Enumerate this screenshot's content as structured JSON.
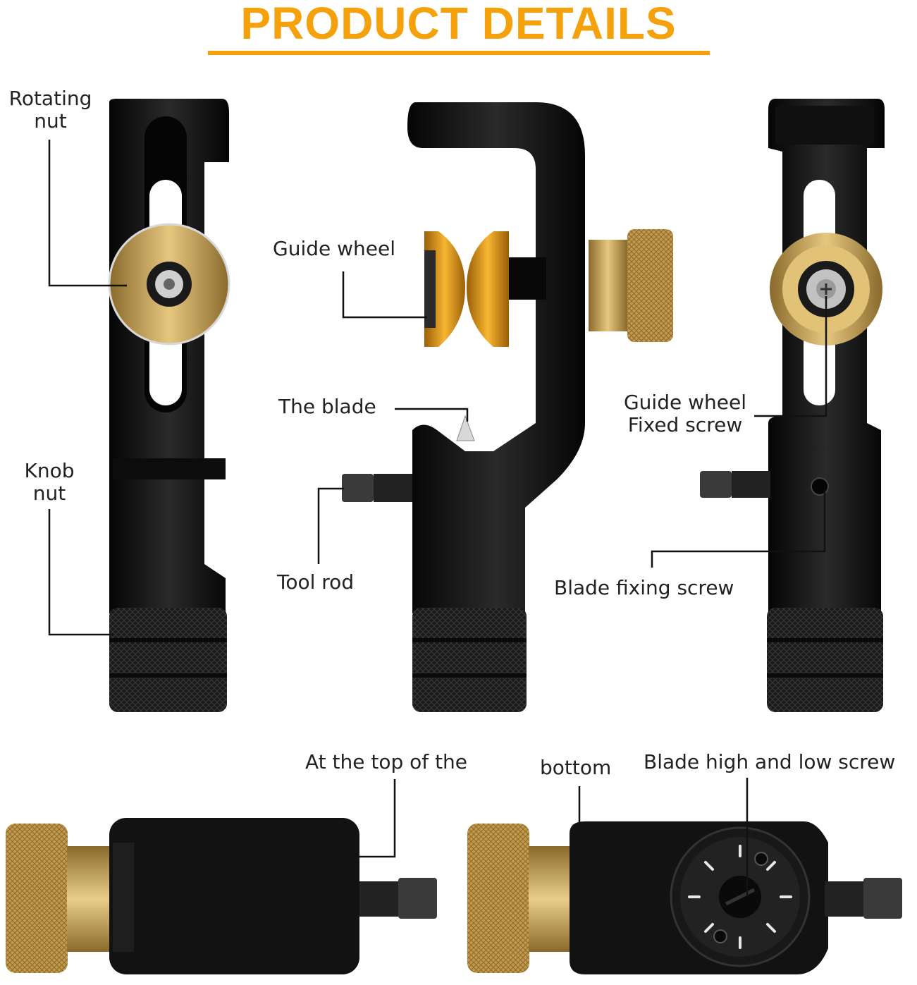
{
  "header": {
    "title": "PRODUCT DETAILS",
    "accent_color": "#F4A10C"
  },
  "labels": {
    "rotating_nut": [
      "Rotating",
      "nut"
    ],
    "knob_nut": [
      "Knob",
      "nut"
    ],
    "guide_wheel": "Guide wheel",
    "the_blade": "The blade",
    "tool_rod": "Tool rod",
    "guide_wheel_fixed_screw": [
      "Guide wheel",
      "Fixed screw"
    ],
    "blade_fixing_screw": "Blade fixing screw",
    "at_the_top": "At the top of the",
    "bottom": "bottom",
    "blade_high_low_screw": "Blade high and low screw"
  },
  "colors": {
    "body": "#141414",
    "brass": "#C9A45A",
    "orange": "#E39A12",
    "leader": "#111111"
  }
}
